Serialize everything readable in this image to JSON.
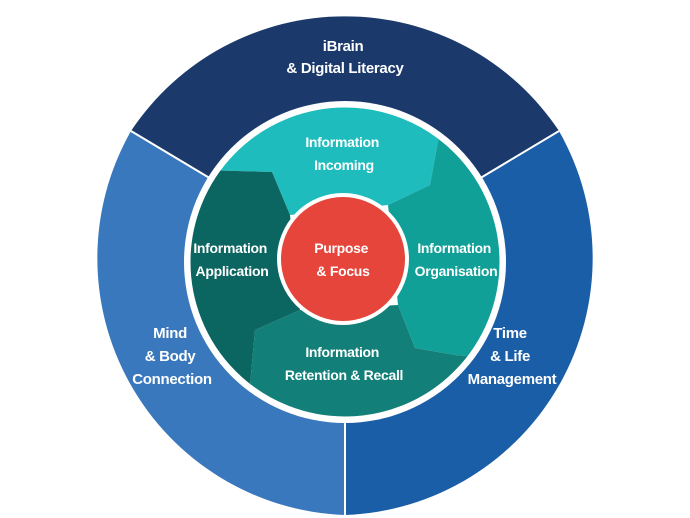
{
  "outer": {
    "top": {
      "line1": "iBrain",
      "line2": "& Digital Literacy",
      "color": "#1b3a6b"
    },
    "right": {
      "line1": "Time",
      "line2": "& Life",
      "line3": "Management",
      "color": "#1a5ea8"
    },
    "left": {
      "line1": "Mind",
      "line2": "& Body",
      "line3": "Connection",
      "color": "#3a78bd"
    }
  },
  "inner": {
    "incoming": {
      "line1": "Information",
      "line2": "Incoming",
      "color": "#1fbcbe"
    },
    "organisation": {
      "line1": "Information",
      "line2": "Organisation",
      "color": "#11a097"
    },
    "retention": {
      "line1": "Information",
      "line2": "Retention & Recall",
      "color": "#128078"
    },
    "application": {
      "line1": "Information",
      "line2": "Application",
      "color": "#0b6560"
    }
  },
  "core": {
    "line1": "Purpose",
    "line2": "& Focus",
    "color": "#e5453a"
  }
}
